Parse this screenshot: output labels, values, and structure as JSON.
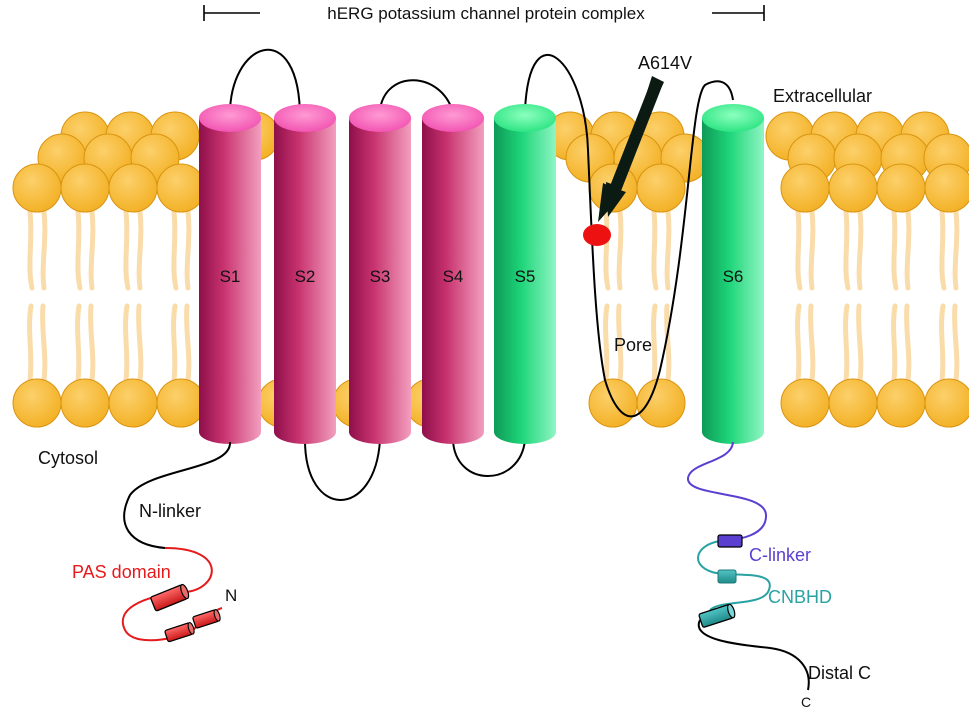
{
  "title": "hERG potassium channel protein complex",
  "regions": {
    "extracellular": "Extracellular",
    "cytosol": "Cytosol"
  },
  "helices": {
    "s1": "S1",
    "s2": "S2",
    "s3": "S3",
    "s4": "S4",
    "s5": "S5",
    "s6": "S6"
  },
  "pore_label": "Pore",
  "mutation": {
    "label": "A614V",
    "color": "#ee1111"
  },
  "n_terminal": {
    "linker_label": "N-linker",
    "domain_label": "PAS domain",
    "terminus": "N"
  },
  "c_terminal": {
    "c_linker_label": "C-linker",
    "cnbhd_label": "CNBHD",
    "distal_label": "Distal C",
    "terminus": "C"
  },
  "colors": {
    "lipid_head": "#f6b730",
    "lipid_tail": "#f9dcaa",
    "voltage_sensor_helix": "#c8336f",
    "pore_helix": "#1fd67a",
    "pas_domain": "#e41a1c",
    "c_linker": "#5b3fd0",
    "cnbhd": "#2aa2a2"
  }
}
